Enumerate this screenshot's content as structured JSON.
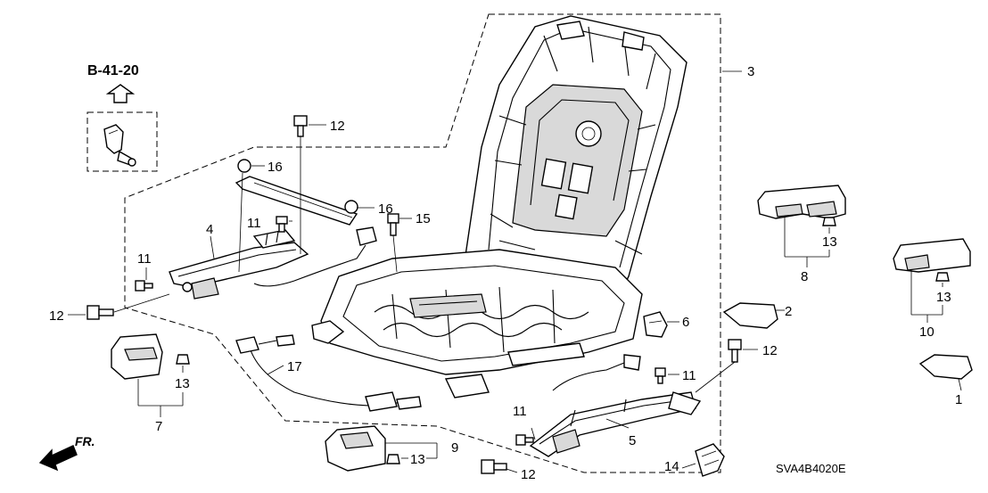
{
  "reference": {
    "label": "B-41-20"
  },
  "diagram_code": "SVA4B4020E",
  "front_indicator": "FR.",
  "callouts": {
    "c1": "1",
    "c2": "2",
    "c3": "3",
    "c4": "4",
    "c5": "5",
    "c6": "6",
    "c7": "7",
    "c8": "8",
    "c9": "9",
    "c10": "10",
    "c11a": "11",
    "c11b": "11",
    "c11c": "11",
    "c11d": "11",
    "c12a": "12",
    "c12b": "12",
    "c12c": "12",
    "c12d": "12",
    "c13a": "13",
    "c13b": "13",
    "c13c": "13",
    "c13d": "13",
    "c14": "14",
    "c15": "15",
    "c16a": "16",
    "c16b": "16",
    "c17": "17"
  },
  "colors": {
    "line": "#000000",
    "background": "#ffffff",
    "part_shade": "#d9d9d9"
  }
}
